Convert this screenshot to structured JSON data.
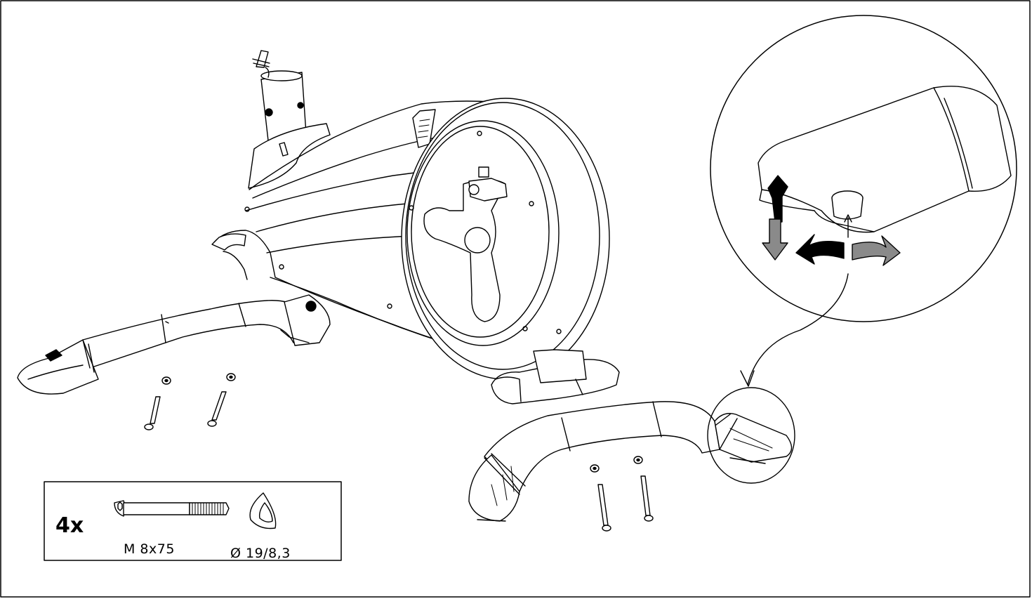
{
  "parts_box": {
    "quantity": "4x",
    "bolt_label": "M 8x75",
    "washer_label": "Ø 19/8,3"
  }
}
